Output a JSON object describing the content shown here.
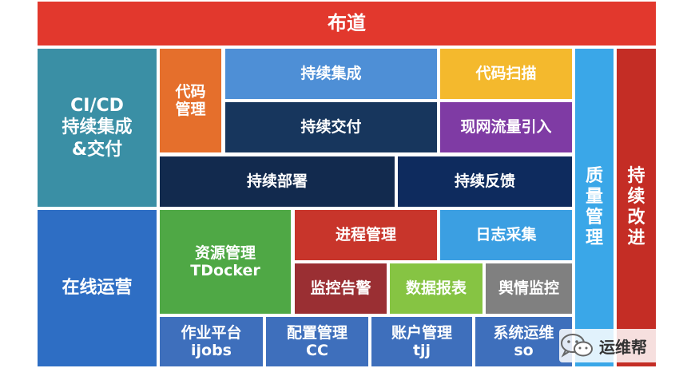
{
  "banner": {
    "label": "布道",
    "color": "#e2382d"
  },
  "blocks": {
    "cicd": {
      "line1": "CI/CD",
      "line2": "持续集成",
      "line3": "&交付",
      "color": "#3a8fa5"
    },
    "code_mgmt": {
      "line1": "代码",
      "line2": "管理",
      "color": "#e56f2c"
    },
    "ci": {
      "label": "持续集成",
      "color": "#4e8fd6"
    },
    "code_scan": {
      "label": "代码扫描",
      "color": "#f4b92d"
    },
    "delivery": {
      "label": "持续交付",
      "color": "#17365d"
    },
    "traffic": {
      "label": "现网流量引入",
      "color": "#7f3ba4"
    },
    "deploy": {
      "label": "持续部署",
      "color": "#122a4e"
    },
    "feedback": {
      "label": "持续反馈",
      "color": "#0e2b5e"
    },
    "quality": {
      "chars": [
        "质",
        "量",
        "管",
        "理"
      ],
      "color": "#3aa7e8"
    },
    "improve": {
      "chars": [
        "持",
        "续",
        "改",
        "进"
      ],
      "color": "#c42d25"
    },
    "ops": {
      "label": "在线运营",
      "color": "#2e6ec4"
    },
    "resource": {
      "line1": "资源管理",
      "line2": "TDocker",
      "color": "#4fa845"
    },
    "process": {
      "label": "进程管理",
      "color": "#c8352b"
    },
    "logs": {
      "label": "日志采集",
      "color": "#3b9fe2"
    },
    "alert": {
      "label": "监控告警",
      "color": "#9a2f33"
    },
    "report": {
      "label": "数据报表",
      "color": "#86c443"
    },
    "sentiment": {
      "label": "舆情监控",
      "color": "#808080"
    },
    "job": {
      "line1": "作业平台",
      "line2": "ijobs",
      "color": "#3e6fbc"
    },
    "config": {
      "line1": "配置管理",
      "line2": "CC",
      "color": "#3e6fbc"
    },
    "account": {
      "line1": "账户管理",
      "line2": "tjj",
      "color": "#3e6fbc"
    },
    "system": {
      "line1": "系统运维",
      "line2": "so",
      "color": "#3e6fbc"
    }
  },
  "watermark": {
    "icon": "wechat-icon",
    "text": "运维帮"
  }
}
